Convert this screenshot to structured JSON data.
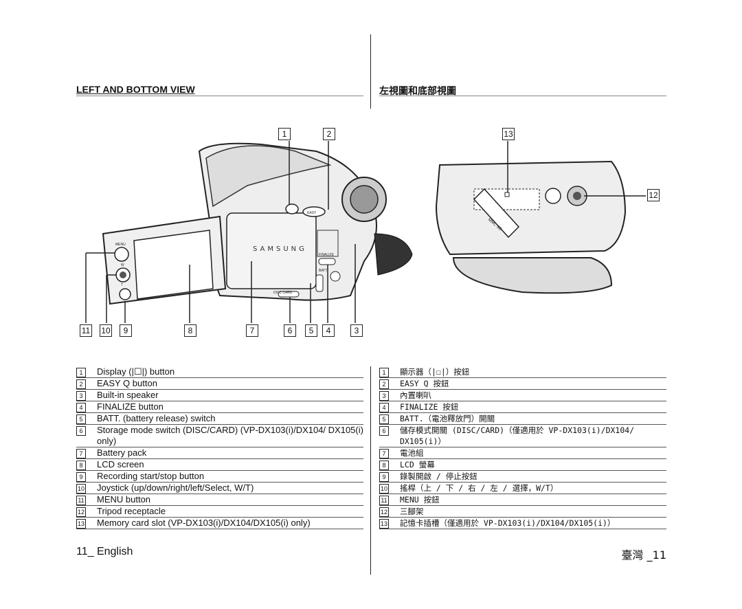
{
  "left": {
    "title": "LEFT AND BOTTOM VIEW",
    "items": [
      {
        "n": "1",
        "text": "Display (|☐|) button"
      },
      {
        "n": "2",
        "text": "EASY Q button"
      },
      {
        "n": "3",
        "text": "Built-in speaker"
      },
      {
        "n": "4",
        "text": "FINALIZE button"
      },
      {
        "n": "5",
        "text": "BATT. (battery release) switch"
      },
      {
        "n": "6",
        "text": "Storage mode switch (DISC/CARD) (VP-DX103(i)/DX104/ DX105(i) only)"
      },
      {
        "n": "7",
        "text": "Battery pack"
      },
      {
        "n": "8",
        "text": "LCD screen"
      },
      {
        "n": "9",
        "text": "Recording start/stop button"
      },
      {
        "n": "10",
        "text": "Joystick (up/down/right/left/Select, W/T)"
      },
      {
        "n": "11",
        "text": "MENU button"
      },
      {
        "n": "12",
        "text": "Tripod receptacle"
      },
      {
        "n": "13",
        "text": "Memory card slot (VP-DX103(i)/DX104/DX105(i) only)"
      }
    ],
    "footer": "11_ English"
  },
  "right": {
    "title": "左視圖和底部視圖",
    "items": [
      {
        "n": "1",
        "text": "顯示器（|☐|）按鈕"
      },
      {
        "n": "2",
        "text": "EASY Q 按鈕"
      },
      {
        "n": "3",
        "text": "內置喇叭"
      },
      {
        "n": "4",
        "text": "FINALIZE 按鈕"
      },
      {
        "n": "5",
        "text": "BATT.（電池釋放門）開關"
      },
      {
        "n": "6",
        "text": "儲存模式開關 (DISC/CARD)（僅適用於 VP-DX103(i)/DX104/ DX105(i)）"
      },
      {
        "n": "7",
        "text": "電池組"
      },
      {
        "n": "8",
        "text": "LCD 螢幕"
      },
      {
        "n": "9",
        "text": "錄製開啟 / 停止按鈕"
      },
      {
        "n": "10",
        "text": "搖桿（上 / 下 / 右 / 左 / 選擇，W/T）"
      },
      {
        "n": "11",
        "text": "MENU 按鈕"
      },
      {
        "n": "12",
        "text": "三腳架"
      },
      {
        "n": "13",
        "text": "記憶卡插槽（僅適用於 VP-DX103(i)/DX104/DX105(i)）"
      }
    ],
    "footer": "臺灣 _11"
  },
  "figure": {
    "camera_labels": {
      "brand": "SAMSUNG",
      "menu": "MENU",
      "w": "W",
      "t": "T",
      "easy": "EASY",
      "finalize": "FINALIZE",
      "batt": "BATT.",
      "disc_card": "DISC  CARD",
      "mmc_sd": "MMC SD"
    },
    "callouts": [
      "1",
      "2",
      "3",
      "4",
      "5",
      "6",
      "7",
      "8",
      "9",
      "10",
      "11",
      "12",
      "13"
    ]
  }
}
